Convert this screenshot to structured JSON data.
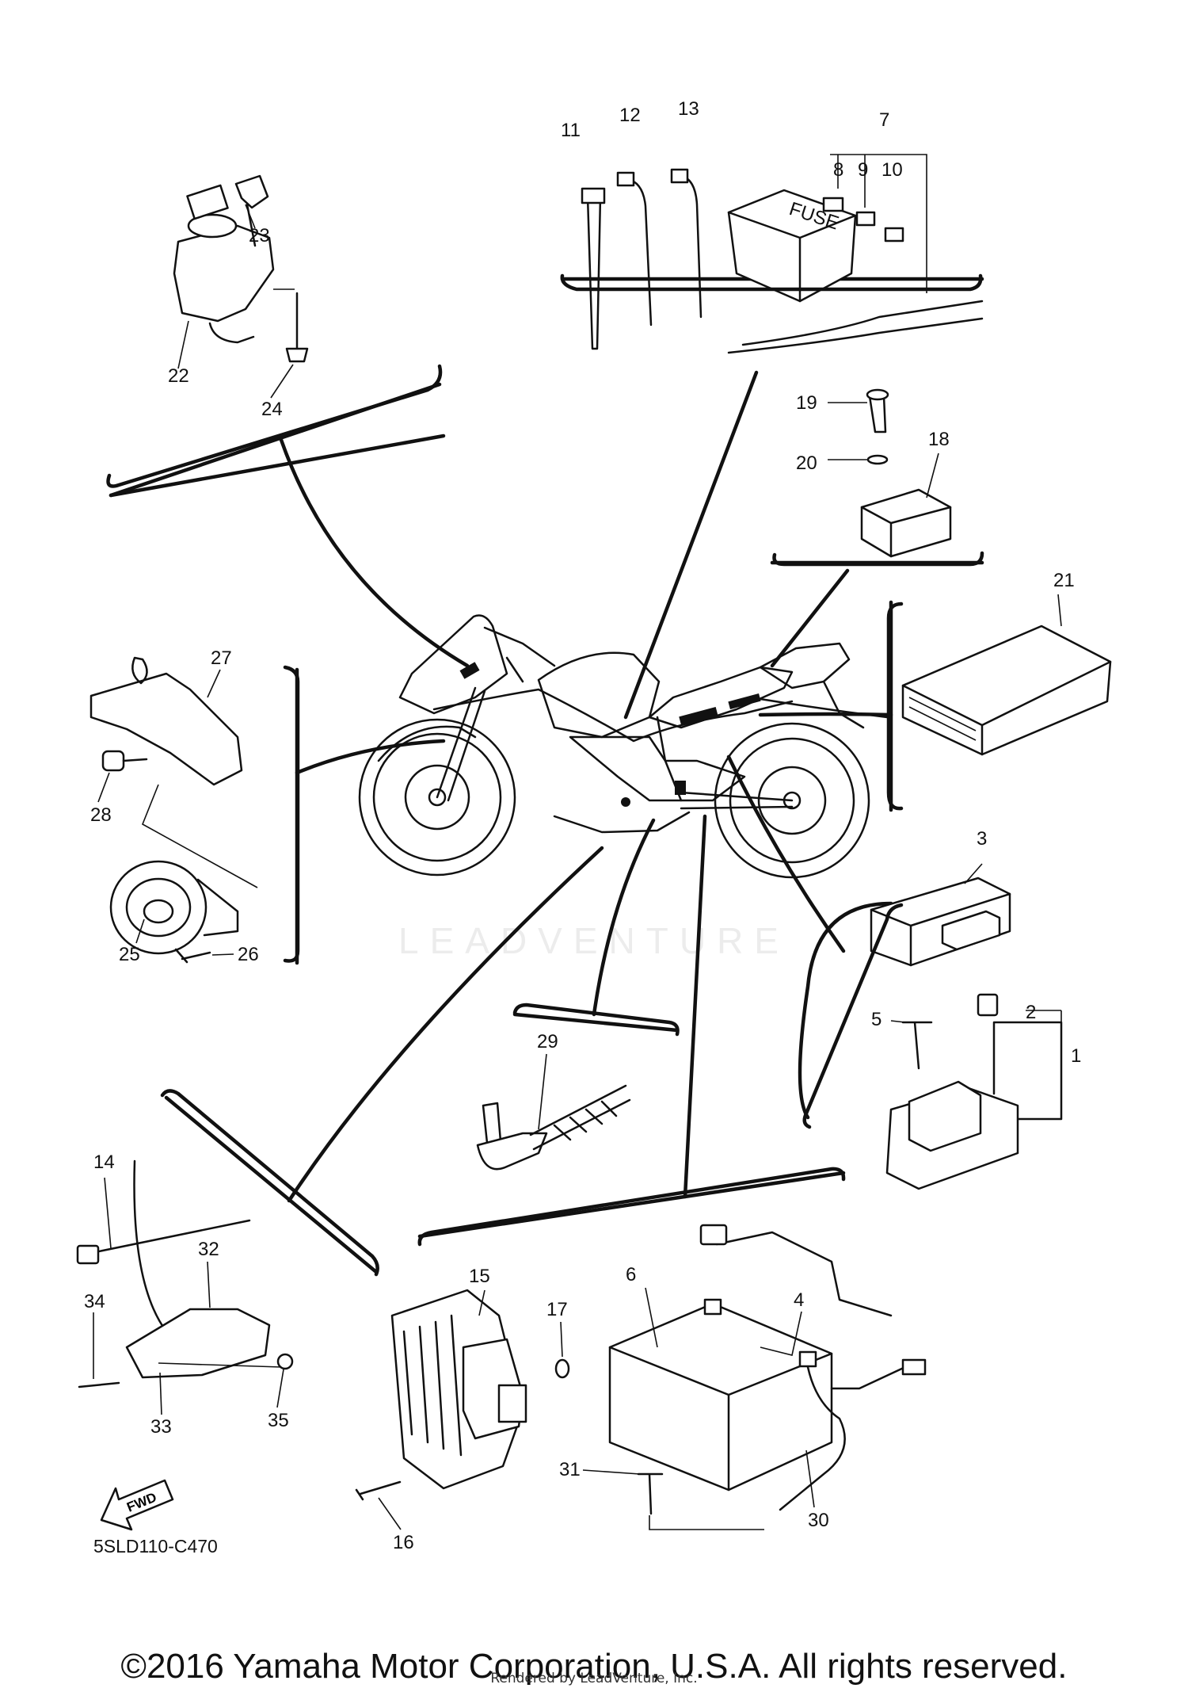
{
  "diagram": {
    "code": "5SLD110-C470",
    "fwd_label": "FWD",
    "fuse_label": "FUSE",
    "watermark": "LEADVENTURE"
  },
  "callouts": [
    {
      "id": "1",
      "label": "1"
    },
    {
      "id": "2",
      "label": "2"
    },
    {
      "id": "3",
      "label": "3"
    },
    {
      "id": "4",
      "label": "4"
    },
    {
      "id": "5",
      "label": "5"
    },
    {
      "id": "6",
      "label": "6"
    },
    {
      "id": "7",
      "label": "7"
    },
    {
      "id": "8",
      "label": "8"
    },
    {
      "id": "9",
      "label": "9"
    },
    {
      "id": "10",
      "label": "10"
    },
    {
      "id": "11",
      "label": "11"
    },
    {
      "id": "12",
      "label": "12"
    },
    {
      "id": "13",
      "label": "13"
    },
    {
      "id": "14",
      "label": "14"
    },
    {
      "id": "15",
      "label": "15"
    },
    {
      "id": "16",
      "label": "16"
    },
    {
      "id": "17",
      "label": "17"
    },
    {
      "id": "18",
      "label": "18"
    },
    {
      "id": "19",
      "label": "19"
    },
    {
      "id": "20",
      "label": "20"
    },
    {
      "id": "21",
      "label": "21"
    },
    {
      "id": "22",
      "label": "22"
    },
    {
      "id": "23",
      "label": "23"
    },
    {
      "id": "24",
      "label": "24"
    },
    {
      "id": "25",
      "label": "25"
    },
    {
      "id": "26",
      "label": "26"
    },
    {
      "id": "27",
      "label": "27"
    },
    {
      "id": "28",
      "label": "28"
    },
    {
      "id": "29",
      "label": "29"
    },
    {
      "id": "30",
      "label": "30"
    },
    {
      "id": "31",
      "label": "31"
    },
    {
      "id": "32",
      "label": "32"
    },
    {
      "id": "33",
      "label": "33"
    },
    {
      "id": "34",
      "label": "34"
    },
    {
      "id": "35",
      "label": "35"
    }
  ],
  "footer": {
    "copyright": "©2016 Yamaha Motor Corporation, U.S.A. All rights reserved.",
    "rendered_by": "Rendered by LeadVenture, Inc."
  }
}
